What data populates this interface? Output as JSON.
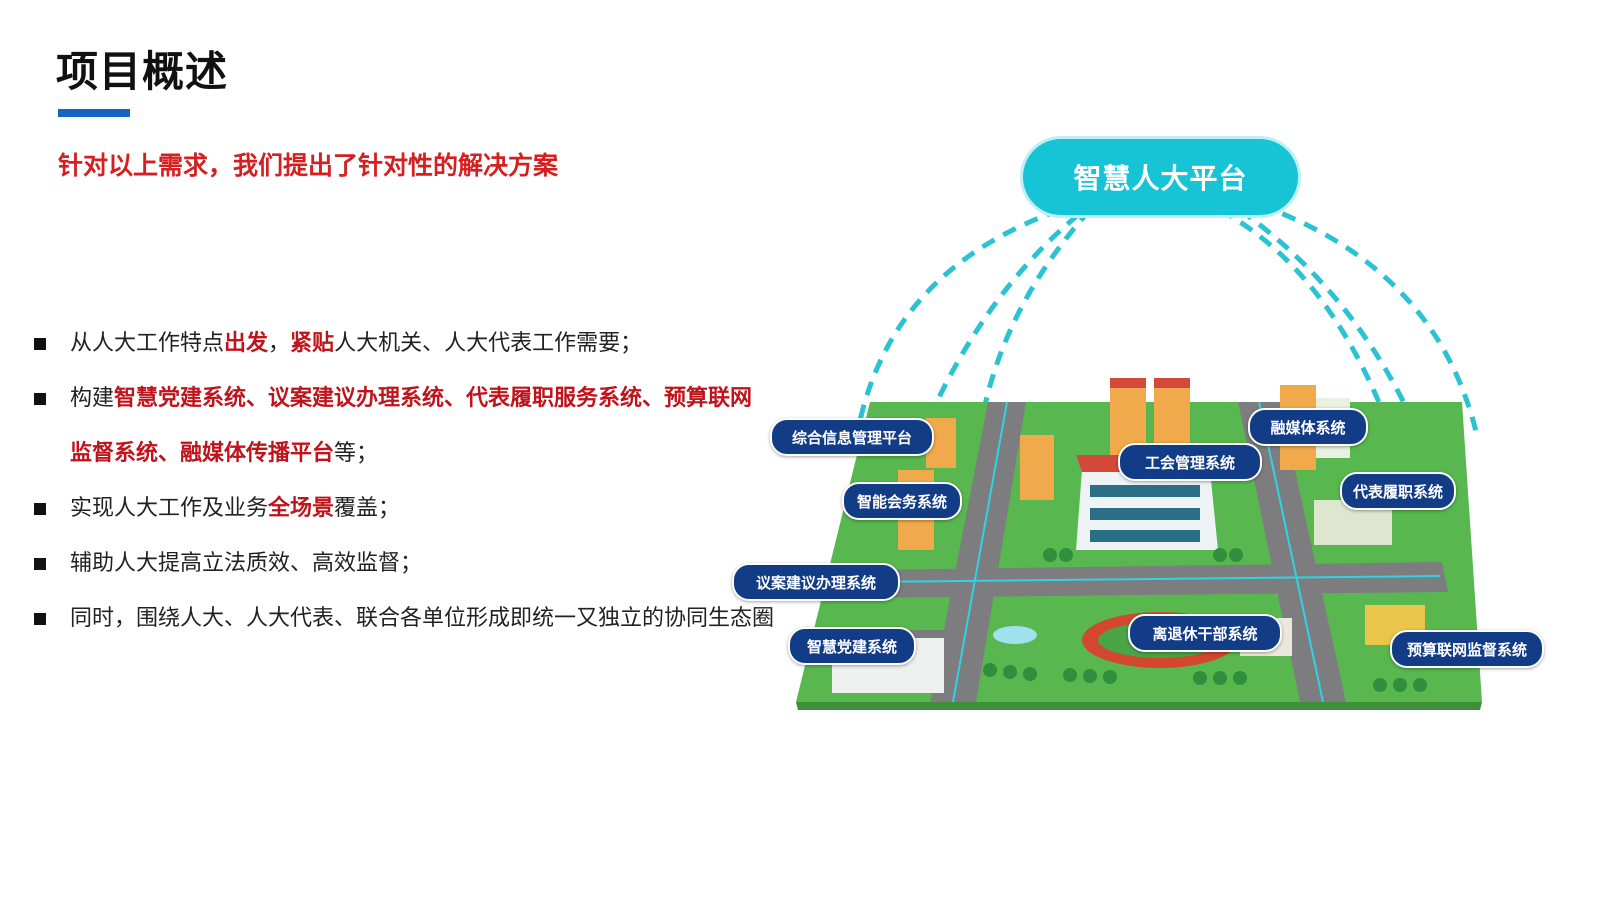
{
  "page": {
    "title": "项目概述",
    "subtitle": "针对以上需求，我们提出了针对性的解决方案",
    "accent_color": "#1466c0",
    "highlight_color": "#c0141c"
  },
  "bullets": [
    {
      "parts": [
        {
          "text": "从人大工作特点",
          "hl": false
        },
        {
          "text": "出发",
          "hl": true
        },
        {
          "text": "，",
          "hl": false
        },
        {
          "text": "紧贴",
          "hl": true
        },
        {
          "text": "人大机关、人大代表工作需要；",
          "hl": false
        }
      ]
    },
    {
      "parts": [
        {
          "text": "构建",
          "hl": false
        },
        {
          "text": "智慧党建系统、议案建议办理系统、代表履职服务系统、预算联网监督系统、融媒体传播平台",
          "hl": true
        },
        {
          "text": "等；",
          "hl": false
        }
      ]
    },
    {
      "parts": [
        {
          "text": "实现人大工作及业务",
          "hl": false
        },
        {
          "text": "全场景",
          "hl": true
        },
        {
          "text": "覆盖；",
          "hl": false
        }
      ]
    },
    {
      "parts": [
        {
          "text": "辅助人大提高立法质效、高效监督；",
          "hl": false
        }
      ]
    },
    {
      "parts": [
        {
          "text": "同时，围绕人大、人大代表、联合各单位形成即统一又独立的协同生态圈",
          "hl": false
        }
      ]
    }
  ],
  "illustration": {
    "platform_label": "智慧人大平台",
    "systems": [
      "综合信息管理平台",
      "工会管理系统",
      "融媒体系统",
      "代表履职系统",
      "智能会务系统",
      "议案建议办理系统",
      "智慧党建系统",
      "离退休干部系统",
      "预算联网监督系统"
    ]
  }
}
